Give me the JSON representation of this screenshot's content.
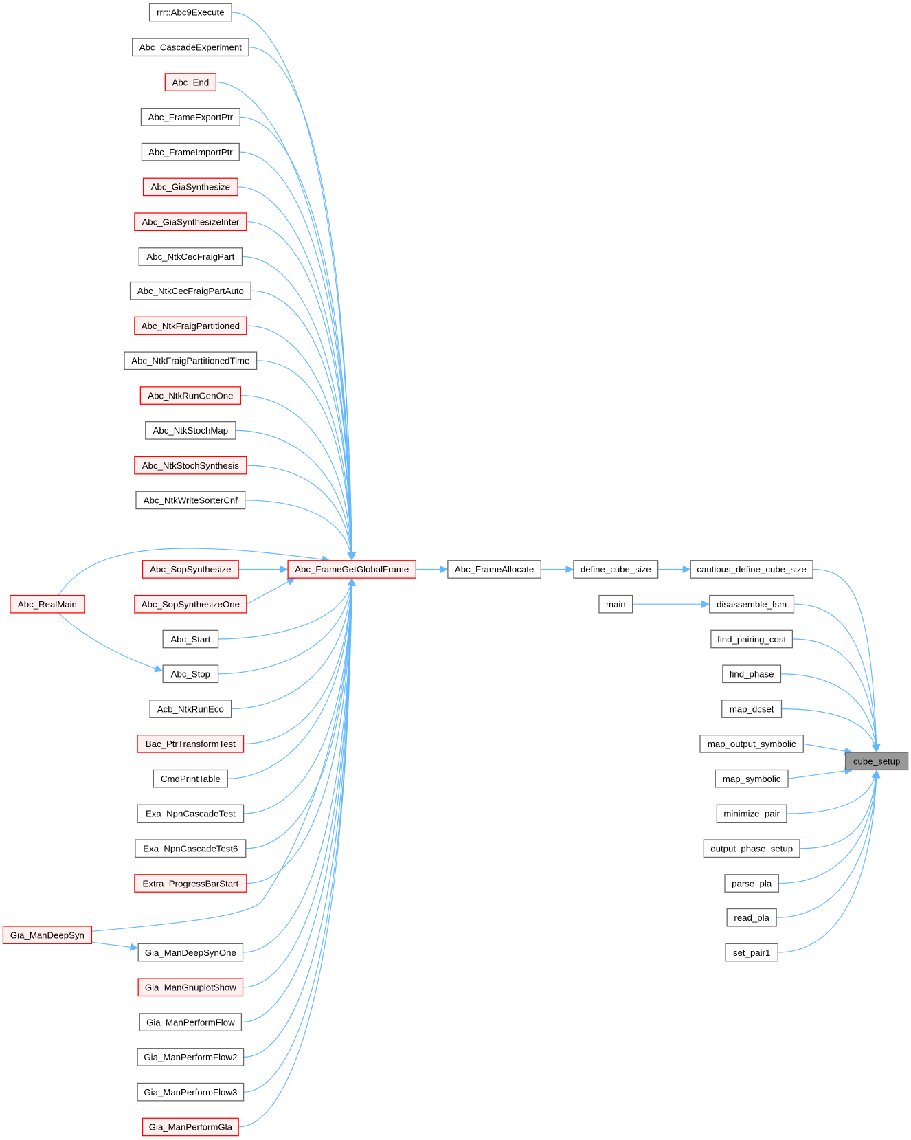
{
  "title": "cube_setup caller graph",
  "colors": {
    "edge": "#63b8ff",
    "red_border": "#ff0000",
    "red_fill": "#fff0f0",
    "normal_border": "#666666",
    "focus_fill": "#999999"
  },
  "nodes": [
    {
      "id": "n0",
      "label": "rrr::Abc9Execute",
      "style": "normal"
    },
    {
      "id": "n1",
      "label": "Abc_CascadeExperiment",
      "style": "normal"
    },
    {
      "id": "n2",
      "label": "Abc_End",
      "style": "red"
    },
    {
      "id": "n3",
      "label": "Abc_FrameExportPtr",
      "style": "normal"
    },
    {
      "id": "n4",
      "label": "Abc_FrameImportPtr",
      "style": "normal"
    },
    {
      "id": "n5",
      "label": "Abc_GiaSynthesize",
      "style": "red"
    },
    {
      "id": "n6",
      "label": "Abc_GiaSynthesizeInter",
      "style": "red"
    },
    {
      "id": "n7",
      "label": "Abc_NtkCecFraigPart",
      "style": "normal"
    },
    {
      "id": "n8",
      "label": "Abc_NtkCecFraigPartAuto",
      "style": "normal"
    },
    {
      "id": "n9",
      "label": "Abc_NtkFraigPartitioned",
      "style": "red"
    },
    {
      "id": "n10",
      "label": "Abc_NtkFraigPartitionedTime",
      "style": "normal"
    },
    {
      "id": "n11",
      "label": "Abc_NtkRunGenOne",
      "style": "red"
    },
    {
      "id": "n12",
      "label": "Abc_NtkStochMap",
      "style": "normal"
    },
    {
      "id": "n13",
      "label": "Abc_NtkStochSynthesis",
      "style": "red"
    },
    {
      "id": "n14",
      "label": "Abc_NtkWriteSorterCnf",
      "style": "normal"
    },
    {
      "id": "n15",
      "label": "Abc_SopSynthesize",
      "style": "red"
    },
    {
      "id": "n16",
      "label": "Abc_SopSynthesizeOne",
      "style": "red"
    },
    {
      "id": "n17",
      "label": "Abc_Start",
      "style": "normal"
    },
    {
      "id": "n18",
      "label": "Abc_Stop",
      "style": "normal"
    },
    {
      "id": "n19",
      "label": "Acb_NtkRunEco",
      "style": "normal"
    },
    {
      "id": "n20",
      "label": "Bac_PtrTransformTest",
      "style": "red"
    },
    {
      "id": "n21",
      "label": "CmdPrintTable",
      "style": "normal"
    },
    {
      "id": "n22",
      "label": "Exa_NpnCascadeTest",
      "style": "normal"
    },
    {
      "id": "n23",
      "label": "Exa_NpnCascadeTest6",
      "style": "normal"
    },
    {
      "id": "n24",
      "label": "Extra_ProgressBarStart",
      "style": "red"
    },
    {
      "id": "n25",
      "label": "Gia_ManDeepSynOne",
      "style": "normal"
    },
    {
      "id": "n26",
      "label": "Gia_ManGnuplotShow",
      "style": "red"
    },
    {
      "id": "n27",
      "label": "Gia_ManPerformFlow",
      "style": "normal"
    },
    {
      "id": "n28",
      "label": "Gia_ManPerformFlow2",
      "style": "normal"
    },
    {
      "id": "n29",
      "label": "Gia_ManPerformFlow3",
      "style": "normal"
    },
    {
      "id": "n30",
      "label": "Gia_ManPerformGla",
      "style": "red"
    },
    {
      "id": "n31",
      "label": "Abc_RealMain",
      "style": "red"
    },
    {
      "id": "n32",
      "label": "Gia_ManDeepSyn",
      "style": "red"
    },
    {
      "id": "n33",
      "label": "Abc_FrameGetGlobalFrame",
      "style": "red"
    },
    {
      "id": "n34",
      "label": "Abc_FrameAllocate",
      "style": "normal"
    },
    {
      "id": "n35",
      "label": "define_cube_size",
      "style": "normal"
    },
    {
      "id": "n36",
      "label": "main",
      "style": "normal"
    },
    {
      "id": "n37",
      "label": "cautious_define_cube_size",
      "style": "normal"
    },
    {
      "id": "n38",
      "label": "disassemble_fsm",
      "style": "normal"
    },
    {
      "id": "n39",
      "label": "find_pairing_cost",
      "style": "normal"
    },
    {
      "id": "n40",
      "label": "find_phase",
      "style": "normal"
    },
    {
      "id": "n41",
      "label": "map_dcset",
      "style": "normal"
    },
    {
      "id": "n42",
      "label": "map_output_symbolic",
      "style": "normal"
    },
    {
      "id": "n43",
      "label": "map_symbolic",
      "style": "normal"
    },
    {
      "id": "n44",
      "label": "minimize_pair",
      "style": "normal"
    },
    {
      "id": "n45",
      "label": "output_phase_setup",
      "style": "normal"
    },
    {
      "id": "n46",
      "label": "parse_pla",
      "style": "normal"
    },
    {
      "id": "n47",
      "label": "read_pla",
      "style": "normal"
    },
    {
      "id": "n48",
      "label": "set_pair1",
      "style": "normal"
    },
    {
      "id": "n49",
      "label": "cube_setup",
      "style": "focus"
    }
  ],
  "edges": [
    [
      "n0",
      "n33"
    ],
    [
      "n1",
      "n33"
    ],
    [
      "n2",
      "n33"
    ],
    [
      "n3",
      "n33"
    ],
    [
      "n4",
      "n33"
    ],
    [
      "n5",
      "n33"
    ],
    [
      "n6",
      "n33"
    ],
    [
      "n7",
      "n33"
    ],
    [
      "n8",
      "n33"
    ],
    [
      "n9",
      "n33"
    ],
    [
      "n10",
      "n33"
    ],
    [
      "n11",
      "n33"
    ],
    [
      "n12",
      "n33"
    ],
    [
      "n13",
      "n33"
    ],
    [
      "n14",
      "n33"
    ],
    [
      "n15",
      "n33"
    ],
    [
      "n16",
      "n33"
    ],
    [
      "n17",
      "n33"
    ],
    [
      "n18",
      "n33"
    ],
    [
      "n19",
      "n33"
    ],
    [
      "n20",
      "n33"
    ],
    [
      "n21",
      "n33"
    ],
    [
      "n22",
      "n33"
    ],
    [
      "n23",
      "n33"
    ],
    [
      "n24",
      "n33"
    ],
    [
      "n25",
      "n33"
    ],
    [
      "n26",
      "n33"
    ],
    [
      "n27",
      "n33"
    ],
    [
      "n28",
      "n33"
    ],
    [
      "n29",
      "n33"
    ],
    [
      "n30",
      "n33"
    ],
    [
      "n31",
      "n33"
    ],
    [
      "n31",
      "n18"
    ],
    [
      "n32",
      "n33"
    ],
    [
      "n32",
      "n25"
    ],
    [
      "n33",
      "n34"
    ],
    [
      "n34",
      "n35"
    ],
    [
      "n35",
      "n37"
    ],
    [
      "n36",
      "n38"
    ],
    [
      "n37",
      "n49"
    ],
    [
      "n38",
      "n49"
    ],
    [
      "n39",
      "n49"
    ],
    [
      "n40",
      "n49"
    ],
    [
      "n41",
      "n49"
    ],
    [
      "n42",
      "n49"
    ],
    [
      "n43",
      "n49"
    ],
    [
      "n44",
      "n49"
    ],
    [
      "n45",
      "n49"
    ],
    [
      "n46",
      "n49"
    ],
    [
      "n47",
      "n49"
    ],
    [
      "n48",
      "n49"
    ]
  ]
}
